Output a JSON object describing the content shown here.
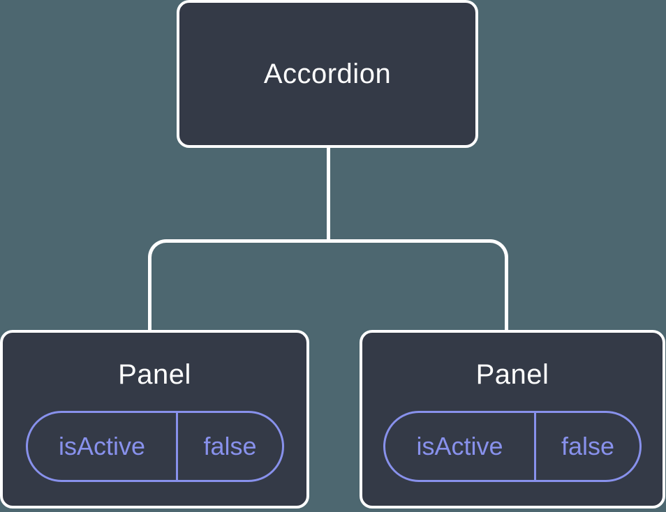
{
  "tree": {
    "root": {
      "label": "Accordion"
    },
    "children": [
      {
        "label": "Panel",
        "state": {
          "key": "isActive",
          "value": "false"
        }
      },
      {
        "label": "Panel",
        "state": {
          "key": "isActive",
          "value": "false"
        }
      }
    ]
  },
  "colors": {
    "background": "#4d6770",
    "node_fill": "#343a47",
    "node_border": "#ffffff",
    "connector": "#ffffff",
    "state_accent": "#8891ec"
  }
}
